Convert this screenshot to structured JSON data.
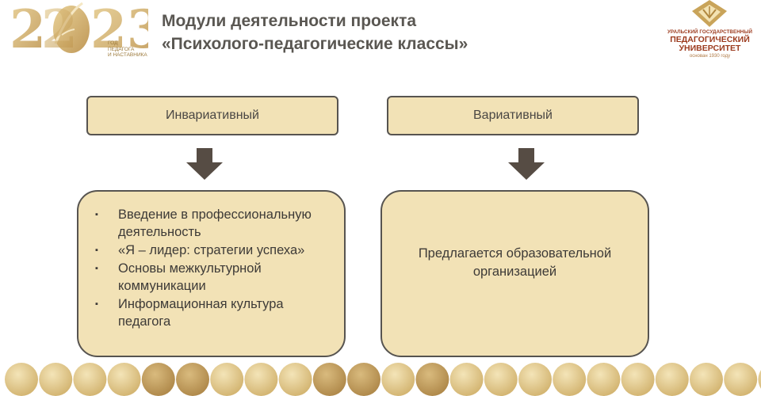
{
  "logo_2023": {
    "caption_lines": [
      "ГОД",
      "ПЕДАГОГА",
      "И НАСТАВНИКА"
    ]
  },
  "title": {
    "line1": "Модули деятельности  проекта",
    "line2": "«Психолого-педагогические  классы»"
  },
  "university_logo": {
    "line1": "УРАЛЬСКИЙ ГОСУДАРСТВЕННЫЙ",
    "line2": "ПЕДАГОГИЧЕСКИЙ",
    "line3": "УНИВЕРСИТЕТ",
    "line4": "основан 1930 году"
  },
  "modules": {
    "invariant": {
      "header": "Инвариативный",
      "items": [
        "Введение в профессиональную деятельность",
        "«Я – лидер: стратегии успеха»",
        "Основы межкультурной коммуникации",
        " Информационная культура педагога"
      ]
    },
    "variable": {
      "header": "Вариативный",
      "text": "Предлагается образовательной организацией"
    }
  },
  "colors": {
    "box_fill": "#f2e2b6",
    "box_border": "#575450",
    "arrow": "#564c44",
    "title_text": "#5a5752",
    "gold": "#c9a45a"
  },
  "icons": {
    "bullet": "square-bullet-icon",
    "arrow": "down-arrow-icon"
  }
}
